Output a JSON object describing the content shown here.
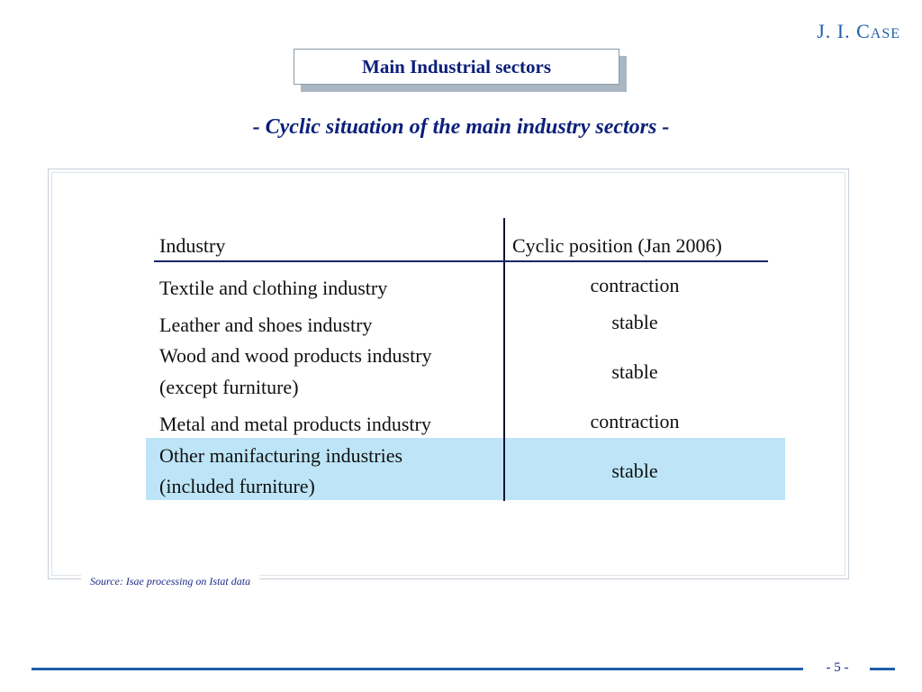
{
  "logo": {
    "initials": "J. I. C",
    "rest": "ASE"
  },
  "title": "Main Industrial sectors",
  "subtitle": "-  Cyclic situation of the main industry sectors -",
  "table": {
    "headers": [
      "Industry",
      "Cyclic position (Jan 2006)"
    ],
    "rows": [
      {
        "industry": [
          "Textile and clothing industry"
        ],
        "position": "contraction",
        "highlighted": false
      },
      {
        "industry": [
          "Leather and shoes industry"
        ],
        "position": "stable",
        "highlighted": false
      },
      {
        "industry": [
          "Wood and wood products industry",
          "(except furniture)"
        ],
        "position": "stable",
        "highlighted": false
      },
      {
        "industry": [
          "Metal and metal products industry"
        ],
        "position": "contraction",
        "highlighted": false
      },
      {
        "industry": [
          "Other manifacturing industries",
          "(included furniture)"
        ],
        "position": "stable",
        "highlighted": true
      }
    ]
  },
  "source": "Source: Isae processing on Istat data",
  "page_number": "- 5 -",
  "colors": {
    "title_text": "#0b1f7a",
    "highlight_row": "#bde5f7",
    "accent": "#1f5fa8"
  }
}
